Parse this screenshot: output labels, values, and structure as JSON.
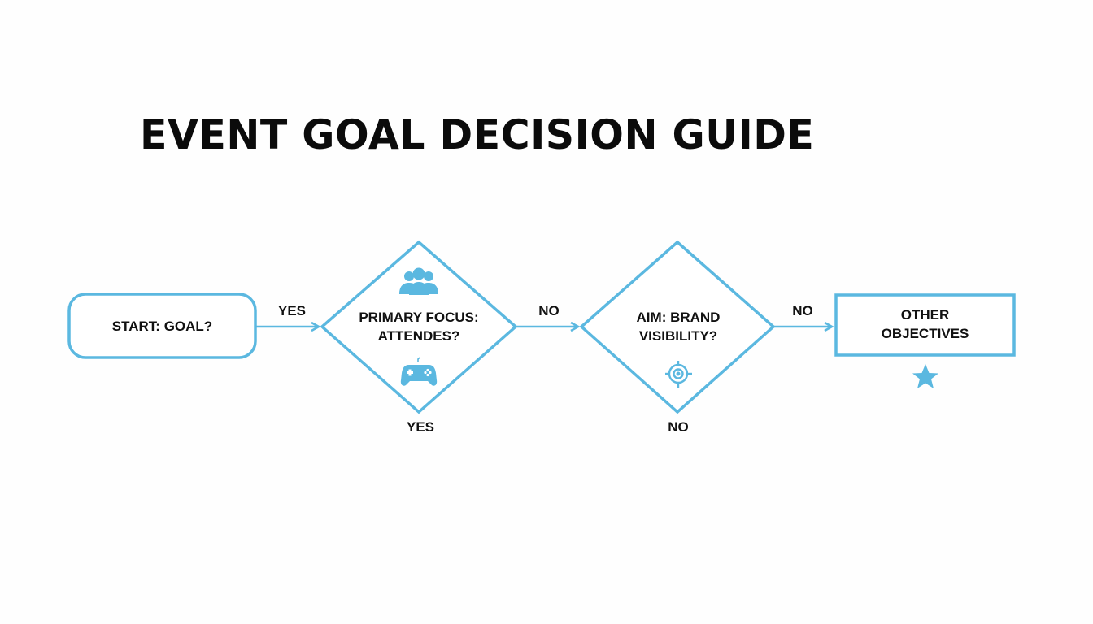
{
  "title": "EVENT GOAL DECISION GUIDE",
  "colors": {
    "accent": "#5bb8e0",
    "text": "#111111",
    "background": "#ffffff"
  },
  "nodes": {
    "start": {
      "shape": "rounded-rectangle",
      "label": "START: GOAL?"
    },
    "decision1": {
      "shape": "diamond",
      "line1": "PRIMARY FOCUS:",
      "line2": "ATTENDES?",
      "icons": [
        "people-group-icon",
        "game-controller-icon"
      ]
    },
    "decision2": {
      "shape": "diamond",
      "line1": "AIM: BRAND",
      "line2": "VISIBILITY?",
      "icons": [
        "target-icon"
      ]
    },
    "end": {
      "shape": "rectangle",
      "line1": "OTHER",
      "line2": "OBJECTIVES",
      "icons": [
        "star-icon"
      ]
    }
  },
  "edges": [
    {
      "from": "start",
      "to": "decision1",
      "label": "YES"
    },
    {
      "from": "decision1",
      "to": "decision2",
      "label": "NO"
    },
    {
      "from": "decision2",
      "to": "end",
      "label": "NO"
    }
  ],
  "branch_labels": {
    "decision1_bottom": "YES",
    "decision2_bottom": "NO"
  }
}
